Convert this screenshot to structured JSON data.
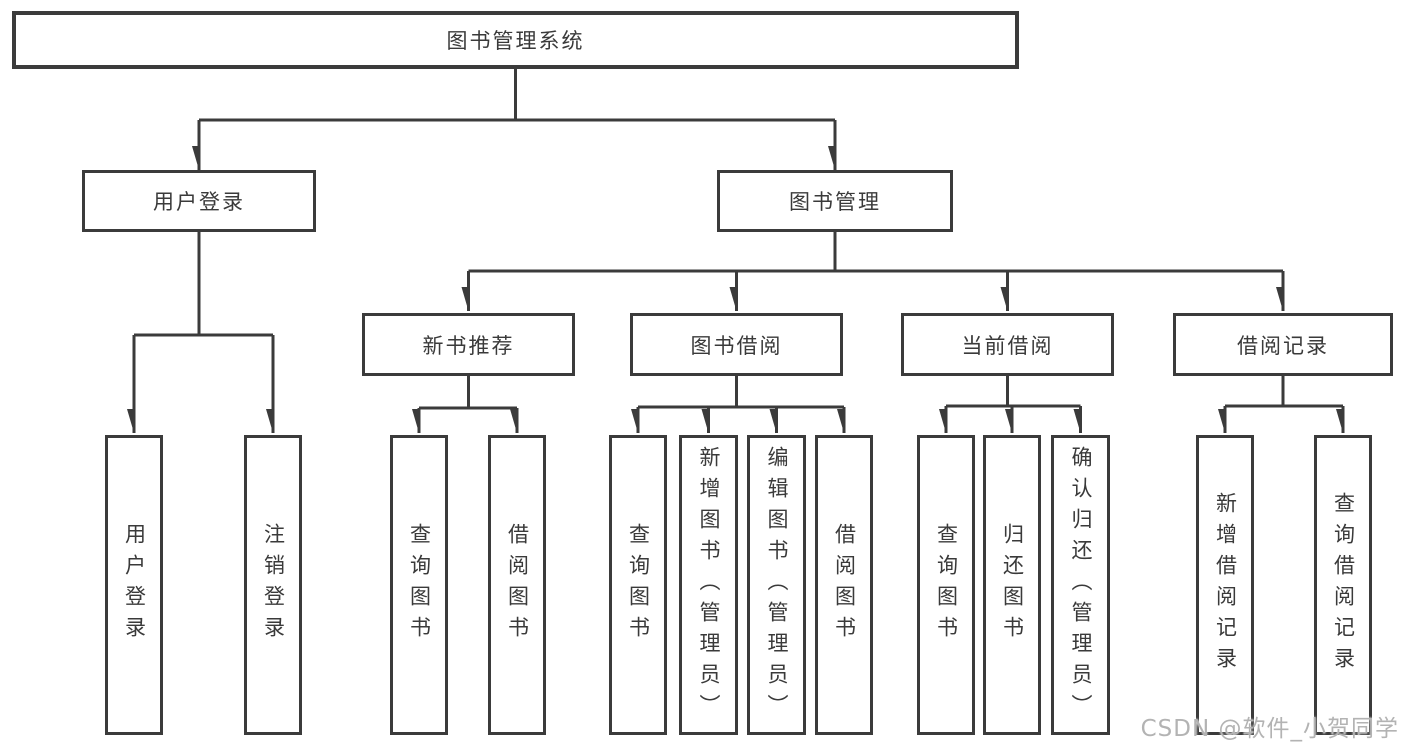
{
  "diagram": {
    "root": {
      "label": "图书管理系统",
      "children": [
        {
          "label": "用户登录",
          "children": [
            {
              "label": "用户登录"
            },
            {
              "label": "注销登录"
            }
          ]
        },
        {
          "label": "图书管理",
          "children": [
            {
              "label": "新书推荐",
              "children": [
                {
                  "label": "查询图书"
                },
                {
                  "label": "借阅图书"
                }
              ]
            },
            {
              "label": "图书借阅",
              "children": [
                {
                  "label": "查询图书"
                },
                {
                  "label": "新增图书（管理员）"
                },
                {
                  "label": "编辑图书（管理员）"
                },
                {
                  "label": "借阅图书"
                }
              ]
            },
            {
              "label": "当前借阅",
              "children": [
                {
                  "label": "查询图书"
                },
                {
                  "label": "归还图书"
                },
                {
                  "label": "确认归还（管理员）"
                }
              ]
            },
            {
              "label": "借阅记录",
              "children": [
                {
                  "label": "新增借阅记录"
                },
                {
                  "label": "查询借阅记录"
                }
              ]
            }
          ]
        }
      ]
    }
  },
  "watermark": {
    "text": "CSDN @软件_小贺同学"
  },
  "colors": {
    "line": "#3b3b3b",
    "text": "#3a3a3a",
    "background": "#ffffff",
    "watermark": "#b3b3b3"
  }
}
